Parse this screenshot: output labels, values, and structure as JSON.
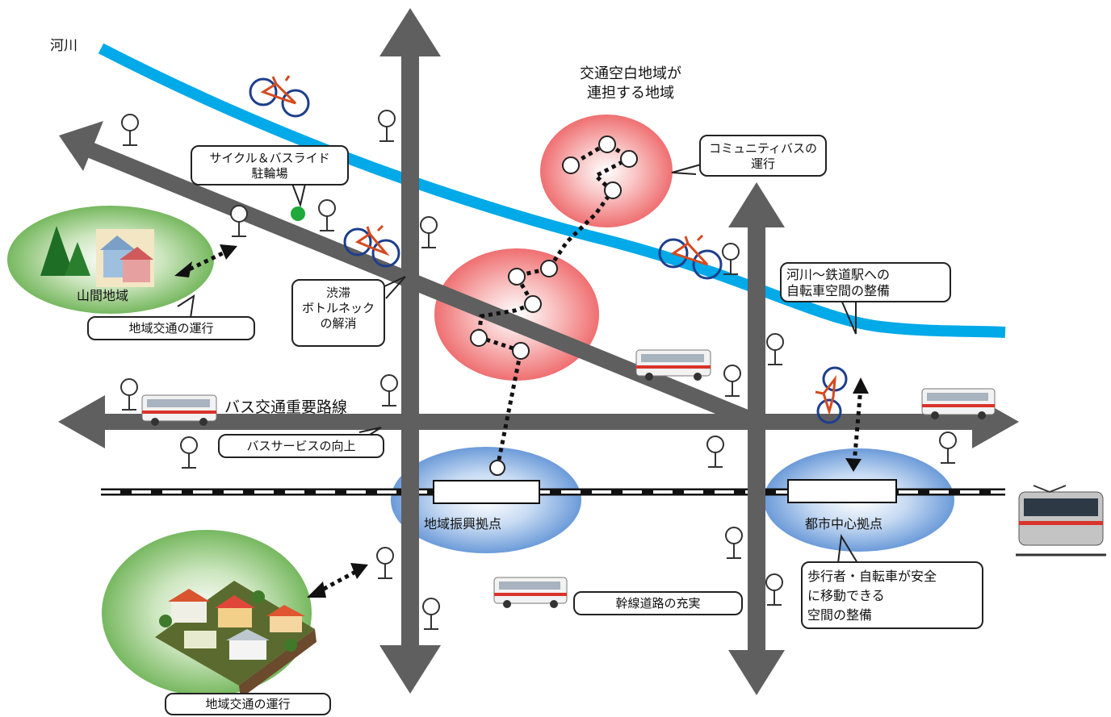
{
  "labels": {
    "river": "河川",
    "transit_gap_area": [
      "交通空白地域が",
      "連担する地域"
    ],
    "bus_priority_route": "バス交通重要路線",
    "mountain_area": "山間地域",
    "regional_hub": "地域振興拠点",
    "urban_hub": "都市中心拠点"
  },
  "callouts": {
    "cycle_ride": [
      "サイクル＆バスライド",
      "駐輪場"
    ],
    "community_bus": [
      "コミュニティバスの",
      "運行"
    ],
    "river_to_station": [
      "河川～鉄道駅への",
      "自転車空間の整備"
    ],
    "bottleneck": [
      "渋滞",
      "ボトルネック",
      "の解消"
    ],
    "local_transport_top": "地域交通の運行",
    "bus_service": "バスサービスの向上",
    "trunk_road": "幹線道路の充実",
    "pedestrian_bicycle": [
      "歩行者・自転車が安全",
      "に移動できる",
      "空間の整備"
    ],
    "local_transport_bottom": "地域交通の運行"
  },
  "colors": {
    "river": "#00a9e8",
    "road": "#5f5f5f",
    "red_zone": "#f2696a",
    "green_zone": "#6db35a",
    "blue_zone": "#5a8fd6",
    "bus_stripe": "#d9332a",
    "bike_frame": "#d44a1f",
    "cycle_parking_dot": "#1faa3b"
  }
}
